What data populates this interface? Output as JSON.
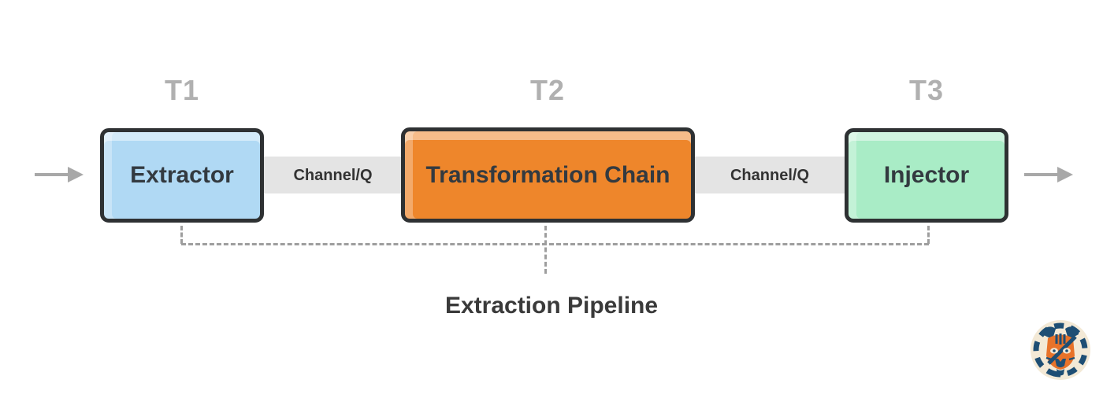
{
  "diagram": {
    "caption": "Extraction Pipeline",
    "nodes": [
      {
        "thread": "T1",
        "label": "Extractor",
        "fill": "#b0d9f4"
      },
      {
        "thread": "T2",
        "label": "Transformation Chain",
        "fill": "#ee862b"
      },
      {
        "thread": "T3",
        "label": "Injector",
        "fill": "#a9ecc6"
      }
    ],
    "channels": [
      {
        "label": "Channel/Q"
      },
      {
        "label": "Channel/Q"
      }
    ],
    "icons": {
      "logo": "tiger-logo"
    },
    "colors": {
      "node_border": "#2e3133",
      "node_text": "#333a40",
      "thread_label": "#b0b0b0",
      "channel_bg": "#e4e4e4",
      "channel_text": "#333333",
      "arrow": "#a8a8a8",
      "dashed_line": "#9e9e9e",
      "caption_text": "#3a3a3a",
      "logo_cream": "#f3e9d6",
      "logo_navy": "#1e4e74",
      "logo_orange": "#e8732a"
    }
  }
}
